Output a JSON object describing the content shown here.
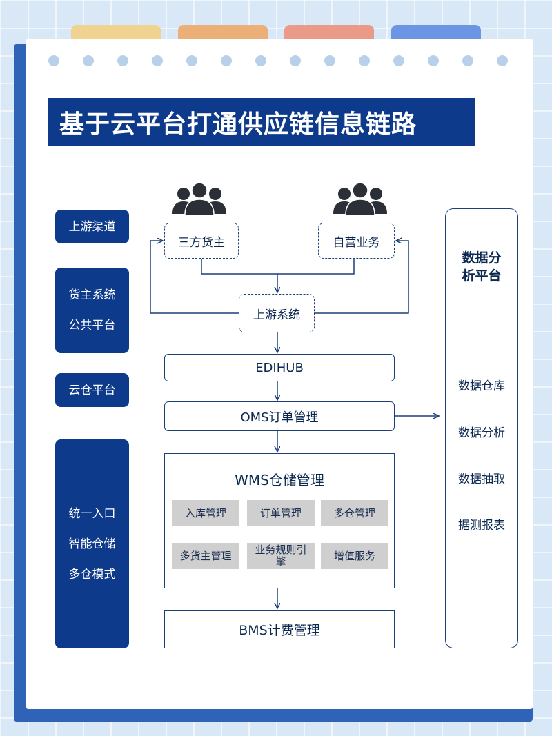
{
  "title": "基于云平台打通供应链信息链路",
  "colors": {
    "accent": "#0d3a8a",
    "background": "#d9e8f6",
    "module_gray": "#cfcfcf"
  },
  "tabs_colors": [
    "#f1d391",
    "#ecaf78",
    "#ec9a88",
    "#6b96e3"
  ],
  "left_labels": {
    "upstream_channel": [
      "上游渠道"
    ],
    "owner_system": [
      "货主系统",
      "公共平台"
    ],
    "cloud_warehouse": [
      "云仓平台"
    ],
    "unified": [
      "统一入口",
      "智能仓储",
      "多仓模式"
    ]
  },
  "nodes": {
    "third_party_owner": "三方货主",
    "self_operated": "自营业务",
    "upstream_system": "上游系统",
    "edihub": "EDIHUB",
    "oms": "OMS订单管理",
    "wms": "WMS仓储管理",
    "bms": "BMS计费管理"
  },
  "wms_modules": [
    "入库管理",
    "订单管理",
    "多仓管理",
    "多货主管理",
    "业务规则引擎",
    "增值服务"
  ],
  "right_panel": {
    "title": "数据分析平台",
    "items": [
      "数据仓库",
      "数据分析",
      "数据抽取",
      "据测报表"
    ]
  },
  "icons": [
    "people-group-icon",
    "people-group-icon"
  ]
}
